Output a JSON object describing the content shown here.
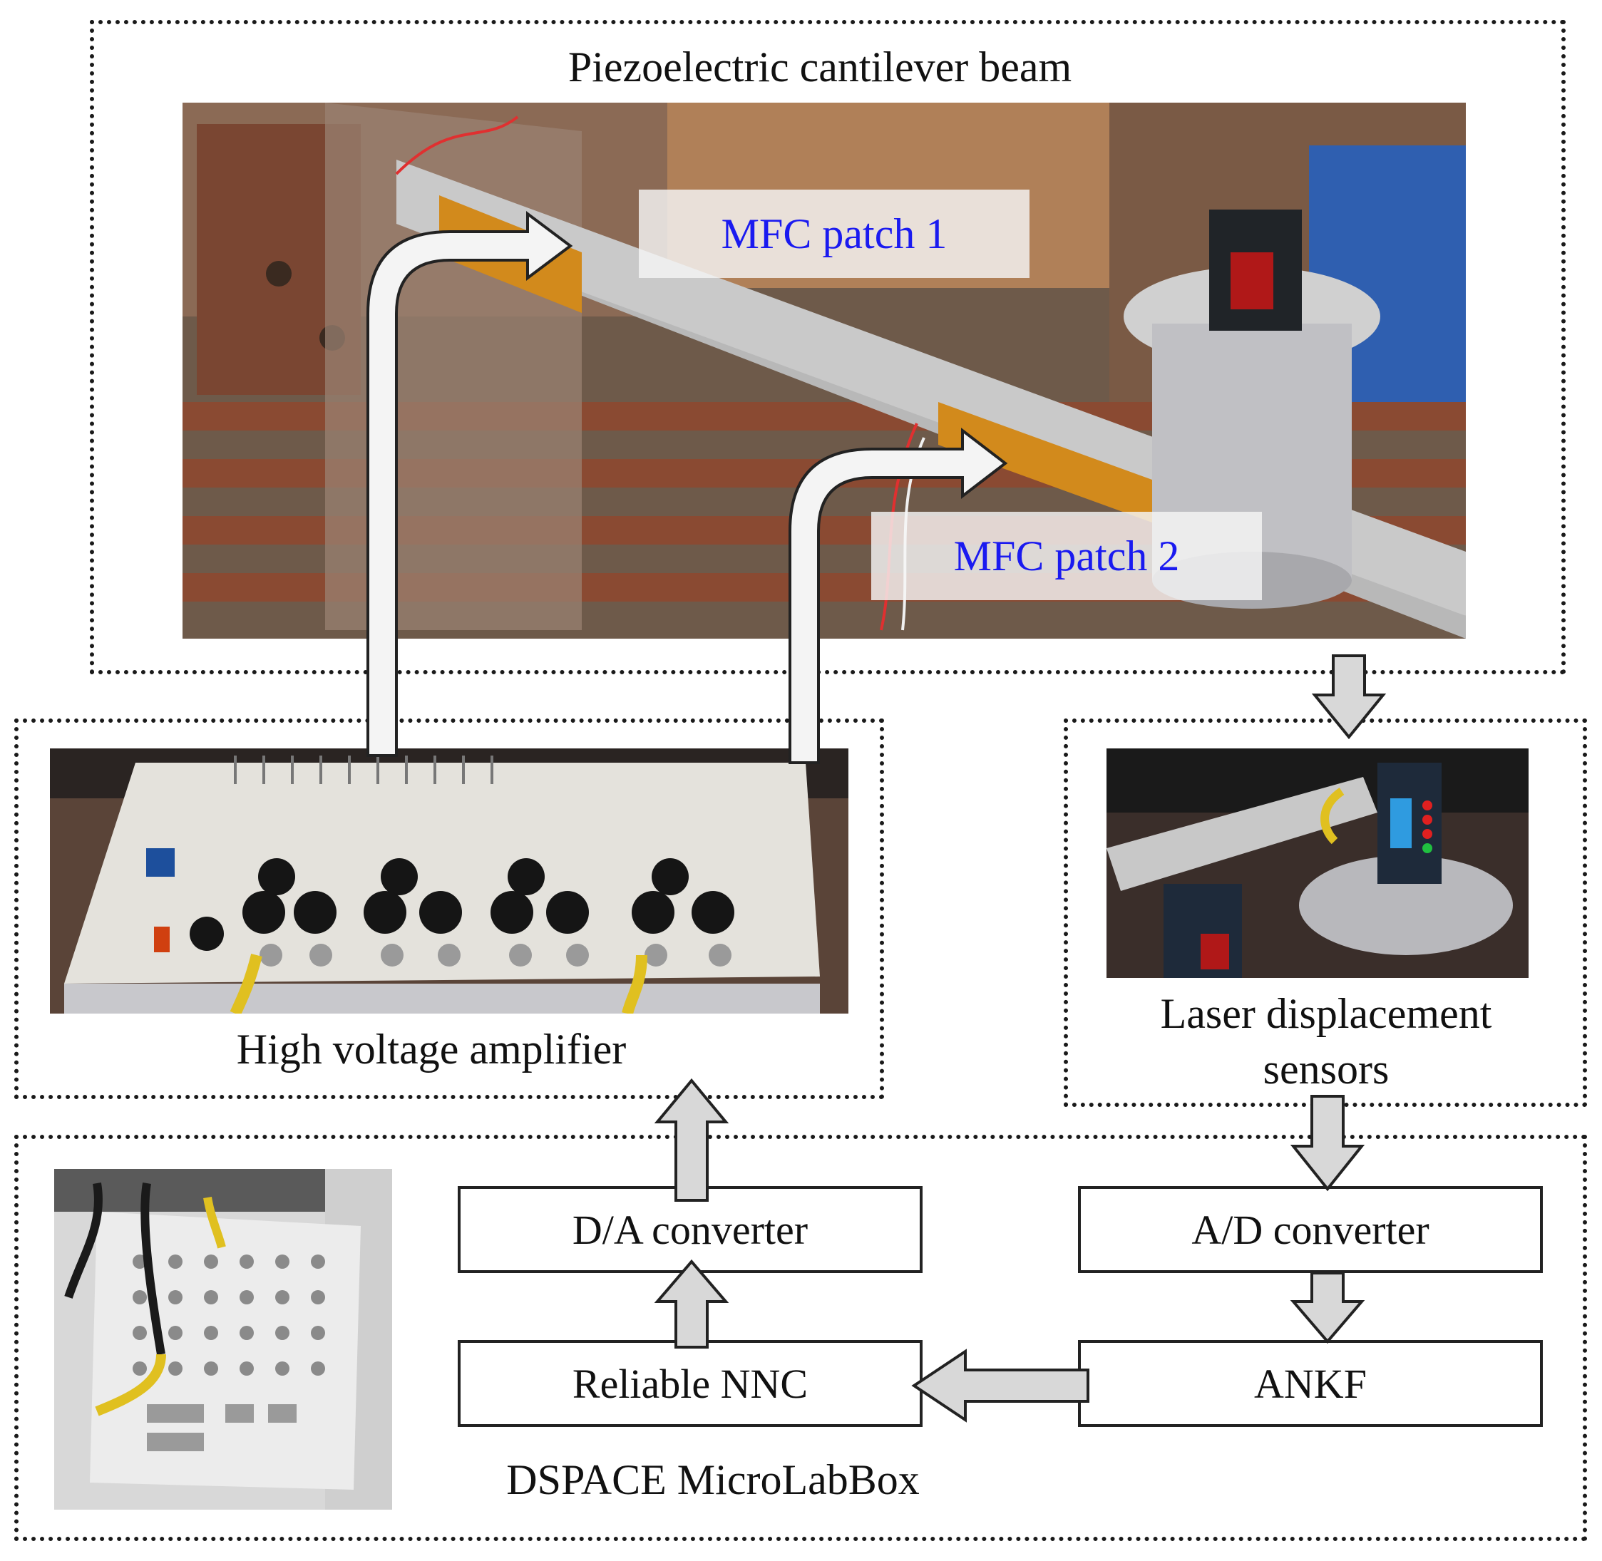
{
  "groups": {
    "beam": {
      "title": "Piezoelectric cantilever beam"
    },
    "amplifier": {
      "title": "High voltage amplifier"
    },
    "sensors": {
      "title_line1": "Laser displacement",
      "title_line2": "sensors"
    },
    "dspace": {
      "title": "DSPACE MicroLabBox"
    }
  },
  "patches": {
    "patch1": "MFC patch 1",
    "patch2": "MFC patch 2"
  },
  "blocks": {
    "da": "D/A converter",
    "ad": "A/D converter",
    "nnc": "Reliable NNC",
    "ankf": "ANKF"
  },
  "colors": {
    "patch_label": "#1a1af0",
    "arrow_fill": "#d8d8d8",
    "arrow_stroke": "#222222",
    "curved_arrow_fill": "#f4f4f4"
  }
}
